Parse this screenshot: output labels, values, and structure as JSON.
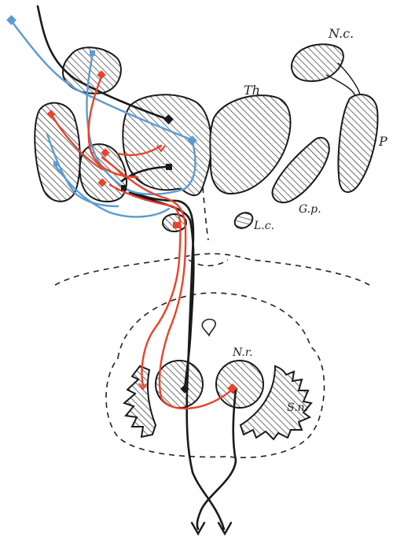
{
  "labels": {
    "nc": "N.c.",
    "th": "Th",
    "p": "P",
    "gp": "G.p.",
    "lc": "L.c.",
    "nr": "N.r.",
    "sn": "S.n."
  },
  "colors": {
    "ink": "#1a1a1a",
    "red": "#e8432b",
    "blue": "#5b9bd5",
    "hatch": "#222222"
  }
}
